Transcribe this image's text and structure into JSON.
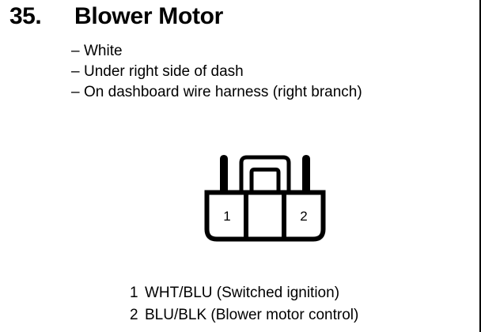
{
  "header": {
    "section_number": "35.",
    "title": "Blower Motor"
  },
  "description": {
    "dash": "–",
    "items": [
      {
        "dash": "–",
        "text": "White"
      },
      {
        "dash": "–",
        "text": "Under right side of dash"
      },
      {
        "dash": "–",
        "text": "On dashboard wire harness (right branch)"
      }
    ]
  },
  "connector": {
    "name": "2-pin-connector",
    "pin_count": 2,
    "pins": [
      {
        "number": "1"
      },
      {
        "number": "2"
      }
    ],
    "line_color": "#000000",
    "fill_color": "#ffffff"
  },
  "pin_legend": {
    "rows": [
      {
        "number": "1",
        "description": "WHT/BLU (Switched ignition)"
      },
      {
        "number": "2",
        "description": "BLU/BLK (Blower motor control)"
      }
    ]
  },
  "colors": {
    "ink": "#000000",
    "paper": "#ffffff"
  }
}
